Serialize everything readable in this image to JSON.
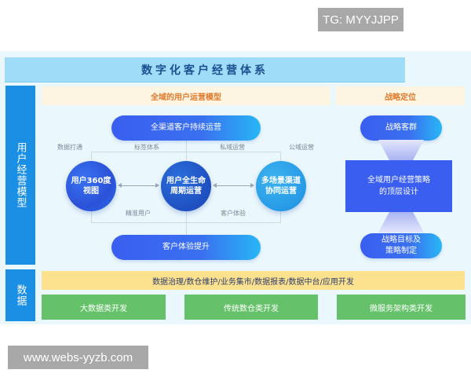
{
  "watermarks": {
    "top_right": "TG: MYYJJPP",
    "bottom_left": "www.webs-yyzb.com"
  },
  "diagram": {
    "title": "数字化客户经营体系",
    "side_labels": {
      "model": "用户经营模型",
      "data": "数据"
    },
    "left_section": {
      "heading": "全域的用户运营模型",
      "top_pill": "全渠道客户持续运营",
      "bottom_pill": "客户体验提升",
      "top_labels": [
        "数据打通",
        "标签体系",
        "私域运营",
        "公域运营"
      ],
      "bottom_labels": [
        "精准用户",
        "客户体验"
      ],
      "circles": [
        {
          "line1": "用户360度",
          "line2": "视图"
        },
        {
          "line1": "用户全生命",
          "line2": "周期运营"
        },
        {
          "line1": "多场景渠道",
          "line2": "协同运营"
        }
      ]
    },
    "right_section": {
      "heading": "战略定位",
      "top_pill": "战略客群",
      "center_box": {
        "line1": "全域用户经营策略",
        "line2": "的顶层设计"
      },
      "bottom_pill": {
        "line1": "战略目标及",
        "line2": "策略制定"
      }
    },
    "data_layer": {
      "bar": "数据治理/数仓维护/业务集市/数据报表/数据中台/应用开发",
      "boxes": [
        "大数据类开发",
        "传统数仓类开发",
        "微服务架构类开发"
      ]
    },
    "colors": {
      "title_bar": "#9edcf7",
      "side_label": "#1a8fe3",
      "section_heading_bg": "#fdf4e1",
      "section_heading_text": "#e07b2c",
      "pill_gradient_start": "#3a5ef0",
      "pill_gradient_end": "#28b6f5",
      "strategy_box": "#3a5ef0",
      "data_bar": "#fce18f",
      "green_box": "#66c26a",
      "panel_bg": "#eaf7fc"
    }
  }
}
